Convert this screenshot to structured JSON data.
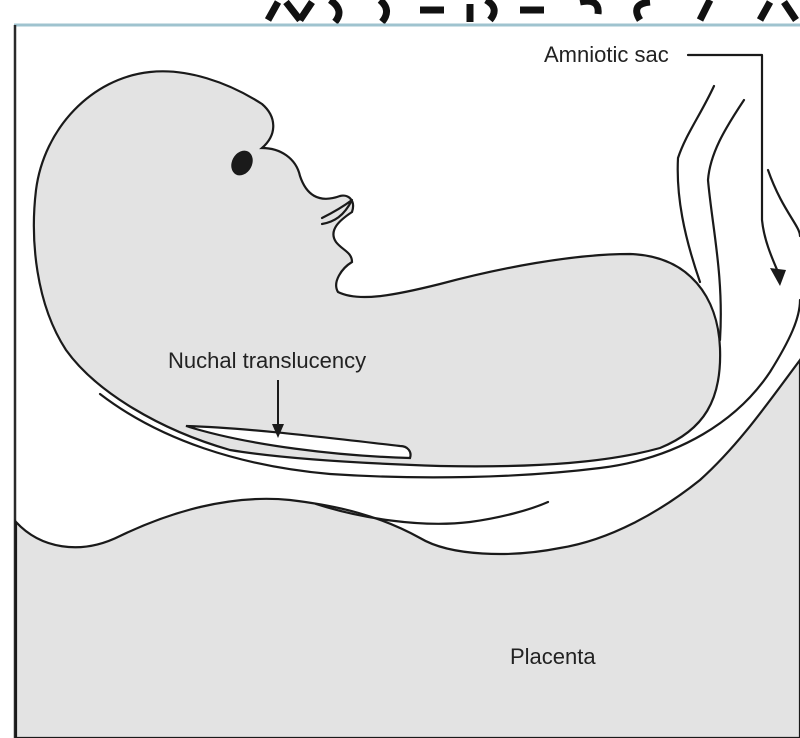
{
  "diagram": {
    "labels": {
      "amniotic_sac": "Amniotic sac",
      "nuchal_translucency": "Nuchal translucency",
      "placenta": "Placenta"
    },
    "colors": {
      "fill": "#e3e3e3",
      "stroke": "#1a1a1a",
      "background": "#ffffff",
      "frame_top": "#9fc3cf"
    }
  }
}
